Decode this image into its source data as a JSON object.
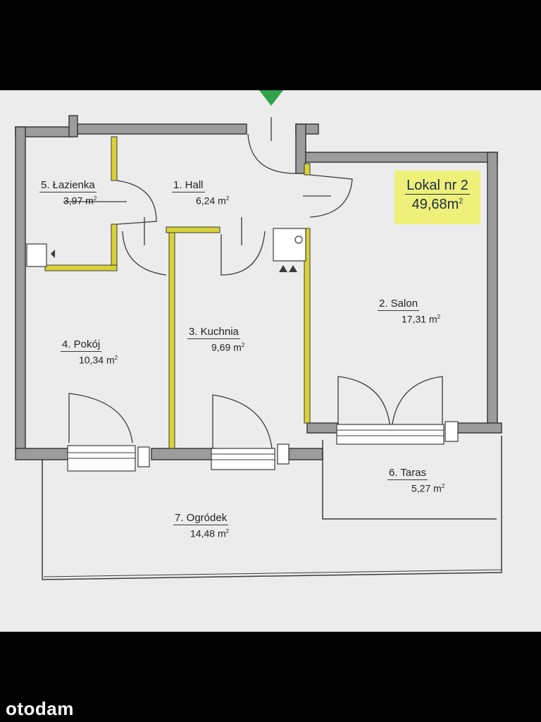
{
  "plan": {
    "unit": {
      "name": "Lokal nr 2",
      "area": "49,68m",
      "area_unit_sup": "2"
    },
    "area_unit": "m",
    "area_unit_sup": "2",
    "rooms": [
      {
        "id": "hall",
        "name": "1. Hall",
        "area": "6,24"
      },
      {
        "id": "salon",
        "name": "2. Salon",
        "area": "17,31"
      },
      {
        "id": "kuchnia",
        "name": "3. Kuchnia",
        "area": "9,69"
      },
      {
        "id": "pokoj",
        "name": "4. Pokój",
        "area": "10,34"
      },
      {
        "id": "lazienka",
        "name": "5. Łazienka",
        "area": "3,97"
      },
      {
        "id": "taras",
        "name": "6. Taras",
        "area": "5,27"
      },
      {
        "id": "ogrodek",
        "name": "7. Ogródek",
        "area": "14,48"
      }
    ],
    "colors": {
      "wall": "#9c9c9c",
      "wall_outline": "#3b3b3b",
      "partition": "#d8d238",
      "label_highlight": "#eef07a",
      "entrance_marker": "#2fa24a"
    }
  },
  "watermark": "otodam"
}
